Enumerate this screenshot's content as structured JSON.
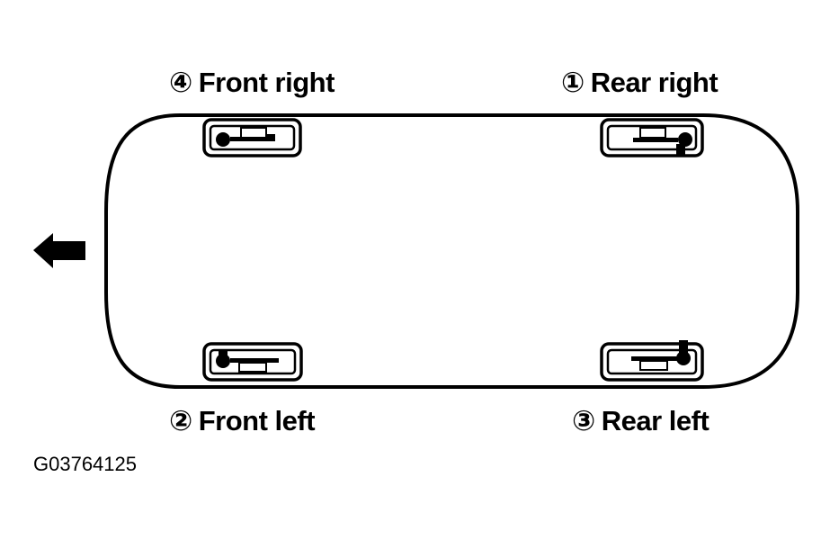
{
  "labels": {
    "front_right": {
      "num": "④",
      "text": "Front right"
    },
    "rear_right": {
      "num": "①",
      "text": "Rear right"
    },
    "front_left": {
      "num": "②",
      "text": "Front left"
    },
    "rear_left": {
      "num": "③",
      "text": "Rear left"
    }
  },
  "figure_code": "G03764125",
  "icons": {
    "direction": "left-arrow-icon",
    "wheel_sensor": "wheel-sensor-icon"
  }
}
